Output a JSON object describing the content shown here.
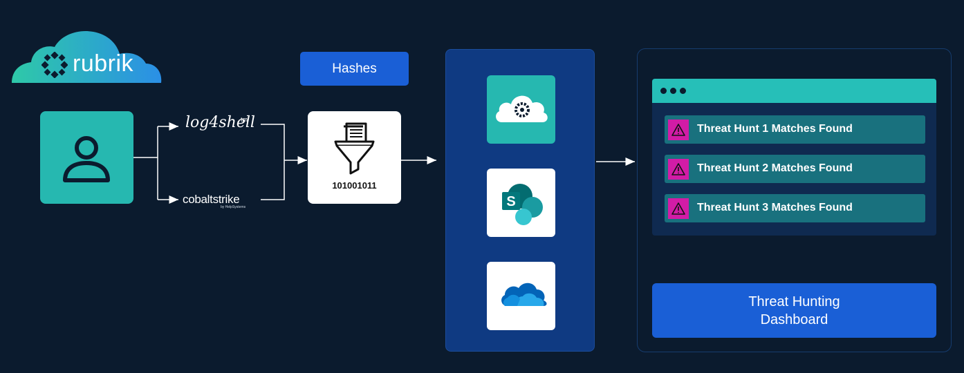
{
  "brand": {
    "name": "rubrik"
  },
  "sources": {
    "log4shell": {
      "text": "log4shell",
      "mark": "tm"
    },
    "cobaltstrike": {
      "text": "cobaltstrike",
      "subtext": "by HelpSystems"
    }
  },
  "hashes_label": "Hashes",
  "funnel": {
    "binary": "101001011"
  },
  "apps": [
    {
      "name": "rubrik-cloud-icon"
    },
    {
      "name": "sharepoint-icon",
      "letter": "S"
    },
    {
      "name": "onedrive-icon"
    }
  ],
  "dashboard": {
    "hunts": [
      {
        "label": "Threat Hunt 1 Matches Found"
      },
      {
        "label": "Threat Hunt 2 Matches Found"
      },
      {
        "label": "Threat Hunt 3 Matches Found"
      }
    ],
    "button_line1": "Threat Hunting",
    "button_line2": "Dashboard"
  },
  "colors": {
    "background": "#0b1b2e",
    "teal": "#26b8b0",
    "blue": "#1a5fd6",
    "navy": "#0f3a82",
    "hunt_row": "#19717e",
    "warning": "#d21ca6"
  }
}
